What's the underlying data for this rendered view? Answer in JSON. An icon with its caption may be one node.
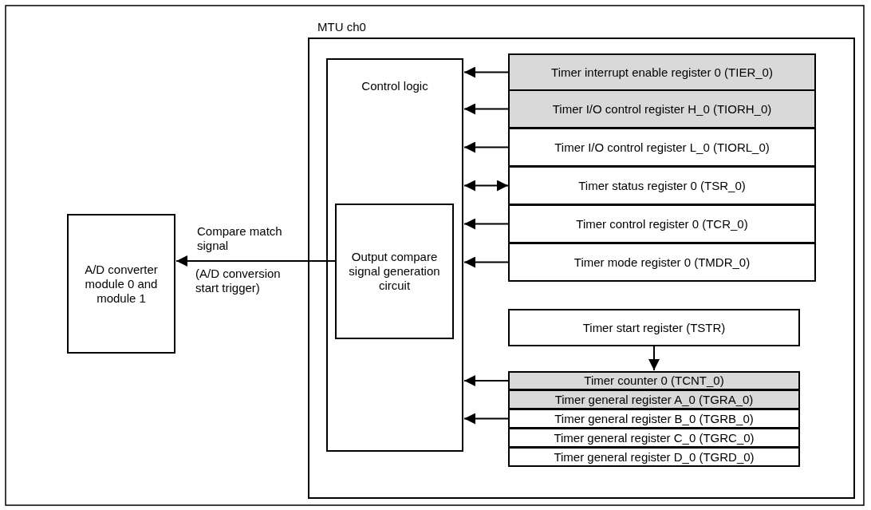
{
  "diagram": {
    "nodes": [
      {
        "text": [
          "MTU ch0"
        ]
      },
      {
        "text": [
          "Control logic"
        ],
        "in": 0
      },
      {
        "text": [
          "Output compare signal generation circuit"
        ],
        "in": 1
      },
      {
        "text": [
          "A/D converter module 0 and module 1"
        ]
      },
      {
        "text": [
          "Timer interrupt enable register 0 (TIER_0)"
        ],
        "in": 0
      },
      {
        "text": [
          "Timer I/O control register H_0 (TIORH_0)"
        ],
        "in": 0
      },
      {
        "text": [
          "Timer I/O control register L_0 (TIORL_0)"
        ],
        "in": 0
      },
      {
        "text": [
          "Timer status register 0 (TSR_0)"
        ],
        "in": 0
      },
      {
        "text": [
          "Timer control register 0 (TCR_0)"
        ],
        "in": 0
      },
      {
        "text": [
          "Timer mode register 0 (TMDR_0)"
        ],
        "in": 0
      },
      {
        "text": [
          "Timer start register (TSTR)"
        ],
        "in": 0
      },
      {
        "text": [
          "Timer counter 0 (TCNT_0)"
        ],
        "in": 0
      },
      {
        "text": [
          "Timer general register A_0 (TGRA_0)"
        ],
        "in": 0
      },
      {
        "text": [
          "Timer general register B_0 (TGRB_0)"
        ],
        "in": 0
      },
      {
        "text": [
          "Timer general register C_0 (TGRC_0)"
        ],
        "in": 0
      },
      {
        "text": [
          "Timer general register D_0 (TGRD_0)"
        ],
        "in": 0
      }
    ],
    "edges": [
      {
        "from": 4,
        "to": 1,
        "arrow": "to"
      },
      {
        "from": 5,
        "to": 1,
        "arrow": "to"
      },
      {
        "from": 6,
        "to": 1,
        "arrow": "to"
      },
      {
        "from": 7,
        "to": 1,
        "arrow": "both"
      },
      {
        "from": 8,
        "to": 1,
        "arrow": "to"
      },
      {
        "from": 9,
        "to": 1,
        "arrow": "to"
      },
      {
        "from": 10,
        "to": 11,
        "arrow": "to"
      },
      {
        "from": 11,
        "to": 1,
        "arrow": "to"
      },
      {
        "from": 13,
        "to": 1,
        "arrow": "to"
      },
      {
        "from": 2,
        "to": 3,
        "arrow": "to",
        "label": "Compare match signal"
      }
    ],
    "labels": [
      "(A/D conversion start trigger)"
    ]
  }
}
